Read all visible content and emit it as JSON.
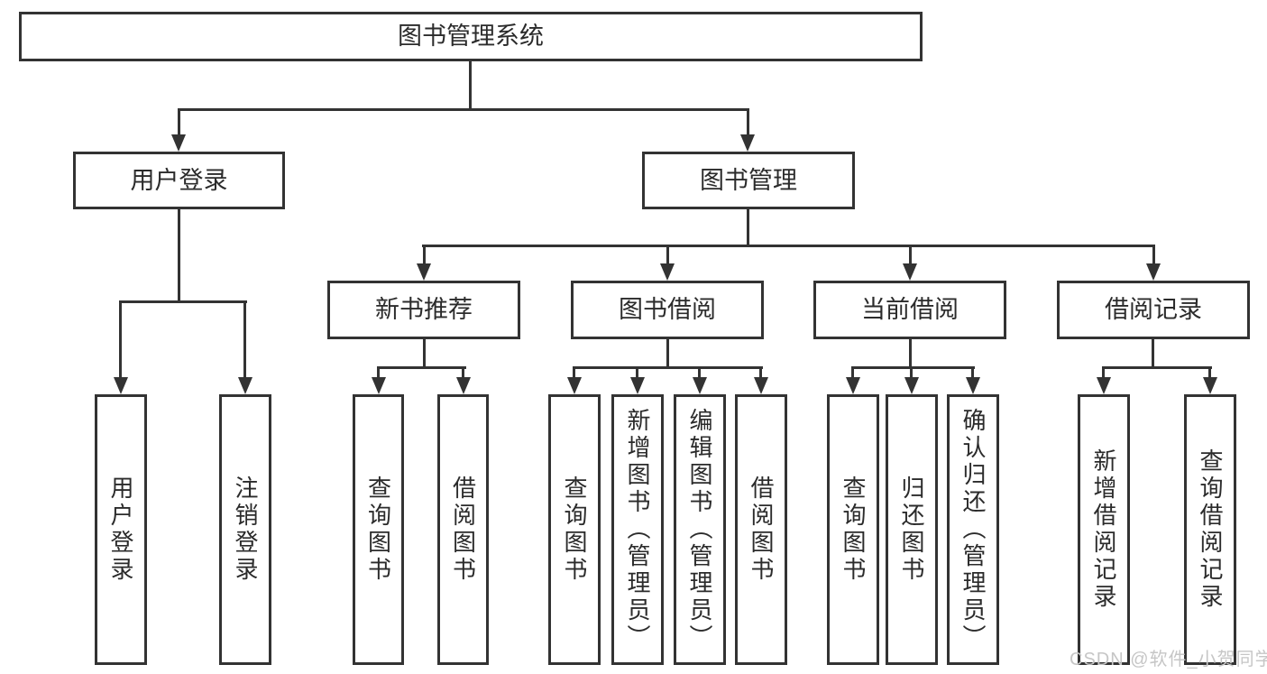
{
  "colors": {
    "line": "#333333",
    "text": "#2b2b2b",
    "background": "#ffffff",
    "watermark": "#c6c6c6"
  },
  "watermark": "CSDN @软件_小贺同学",
  "tree": {
    "root": "图书管理系统",
    "level2": [
      "用户登录",
      "图书管理"
    ],
    "user_login_children": [
      "用户登录",
      "注销登录"
    ],
    "book_management_children": [
      "新书推荐",
      "图书借阅",
      "当前借阅",
      "借阅记录"
    ],
    "new_book_recommend_children": [
      "查询图书",
      "借阅图书"
    ],
    "book_borrow_children": [
      "查询图书",
      "新增图书（管理员）",
      "编辑图书（管理员）",
      "借阅图书"
    ],
    "current_borrow_children": [
      "查询图书",
      "归还图书",
      "确认归还（管理员）"
    ],
    "borrow_record_children": [
      "新增借阅记录",
      "查询借阅记录"
    ]
  }
}
